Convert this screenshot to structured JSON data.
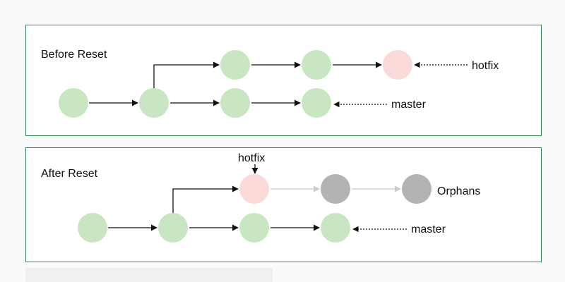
{
  "colors": {
    "panel_border": "#2e8b57",
    "commit_green": "#c8e6c1",
    "commit_pink": "#fbd9d9",
    "commit_gray": "#b3b3b3",
    "arrow": "#111111",
    "faded_arrow": "#cccccc"
  },
  "before": {
    "title": "Before Reset",
    "hotfix_label": "hotfix",
    "master_label": "master"
  },
  "after": {
    "title": "After Reset",
    "hotfix_label": "hotfix",
    "master_label": "master",
    "orphans_label": "Orphans"
  }
}
